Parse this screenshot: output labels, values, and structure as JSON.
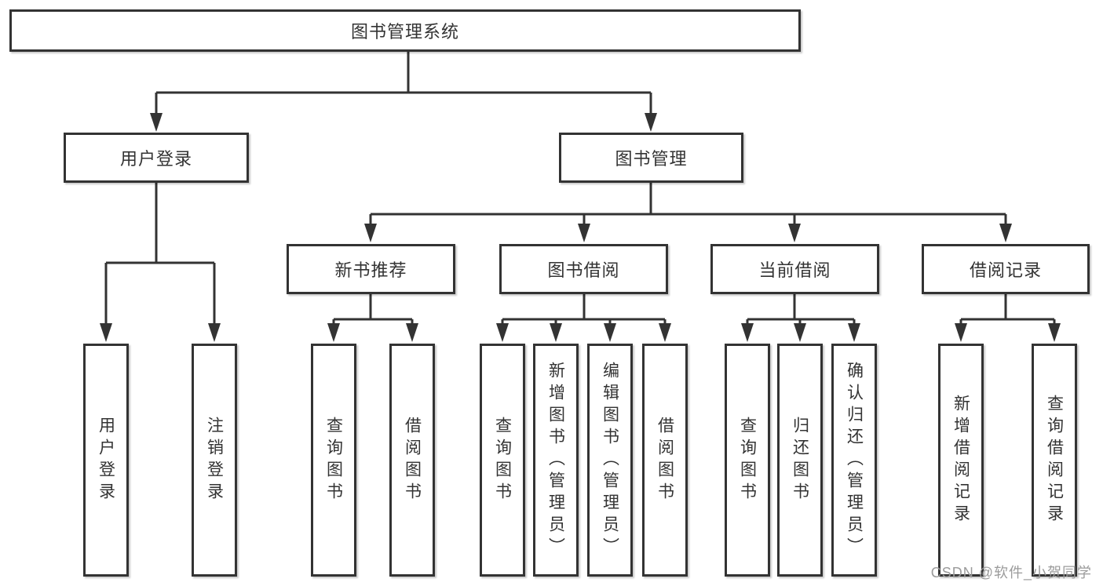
{
  "tree": {
    "root": {
      "label": "图书管理系统"
    },
    "branches": [
      {
        "label": "用户登录",
        "children": [
          {
            "label": "用户登录"
          },
          {
            "label": "注销登录"
          }
        ]
      },
      {
        "label": "图书管理",
        "children": [
          {
            "label": "新书推荐",
            "children": [
              {
                "label": "查询图书"
              },
              {
                "label": "借阅图书"
              }
            ]
          },
          {
            "label": "图书借阅",
            "children": [
              {
                "label": "查询图书"
              },
              {
                "label": "新增图书（管理员）"
              },
              {
                "label": "编辑图书（管理员）"
              },
              {
                "label": "借阅图书"
              }
            ]
          },
          {
            "label": "当前借阅",
            "children": [
              {
                "label": "查询图书"
              },
              {
                "label": "归还图书"
              },
              {
                "label": "确认归还（管理员）"
              }
            ]
          },
          {
            "label": "借阅记录",
            "children": [
              {
                "label": "新增借阅记录"
              },
              {
                "label": "查询借阅记录"
              }
            ]
          }
        ]
      }
    ]
  },
  "line_color": "#333333",
  "watermark": "CSDN @软件_小贺同学"
}
